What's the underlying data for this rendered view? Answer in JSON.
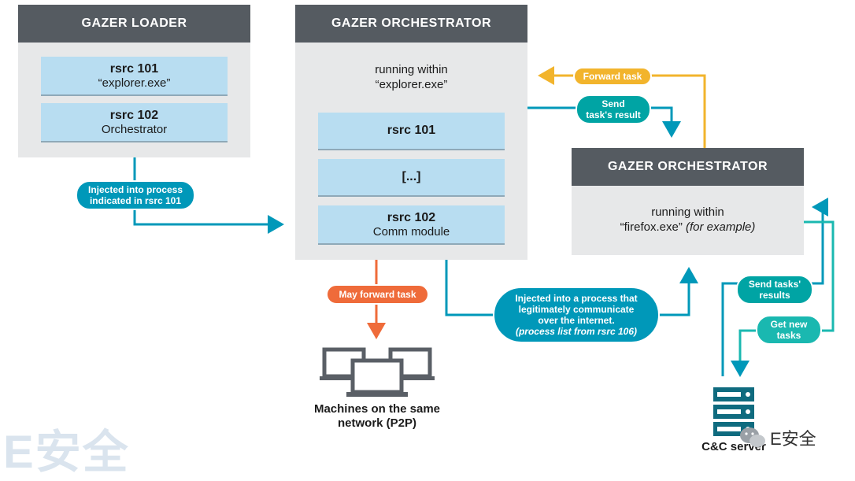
{
  "loader": {
    "title": "GAZER LOADER",
    "rsrc101": {
      "name": "rsrc 101",
      "desc": "“explorer.exe”"
    },
    "rsrc102": {
      "name": "rsrc 102",
      "desc": "Orchestrator"
    }
  },
  "orch1": {
    "title": "GAZER ORCHESTRATOR",
    "running_line1": "running within",
    "running_line2": "“explorer.exe”",
    "rsrc101": "rsrc 101",
    "ellipsis": "[...]",
    "rsrc102": {
      "name": "rsrc 102",
      "desc": "Comm module"
    }
  },
  "orch2": {
    "title": "GAZER ORCHESTRATOR",
    "running_line1": "running within",
    "running_line2": "“firefox.exe”",
    "running_note": "(for example)"
  },
  "pills": {
    "injected_line1": "Injected into process",
    "injected_line2": "indicated in rsrc 101",
    "forward_task": "Forward task",
    "send_result_line1": "Send",
    "send_result_line2": "task's result",
    "may_forward": "May forward task",
    "inject2_line1": "Injected into a process that",
    "inject2_line2": "legitimately communicate",
    "inject2_line3": "over the internet.",
    "inject2_line4": "(process list from rsrc 106)",
    "send_tasks_line1": "Send tasks'",
    "send_tasks_line2": "results",
    "get_new_line1": "Get new",
    "get_new_line2": "tasks"
  },
  "machines_line1": "Machines on the same",
  "machines_line2": "network (P2P)",
  "cc_server": "C&C server",
  "watermark_left": "E安全",
  "watermark_right": "E安全",
  "colors": {
    "teal": "#0098b9",
    "yellow": "#f2b42c",
    "orange": "#ef6b3a",
    "header": "#555b61",
    "rsrc": "#b8ddf1"
  }
}
